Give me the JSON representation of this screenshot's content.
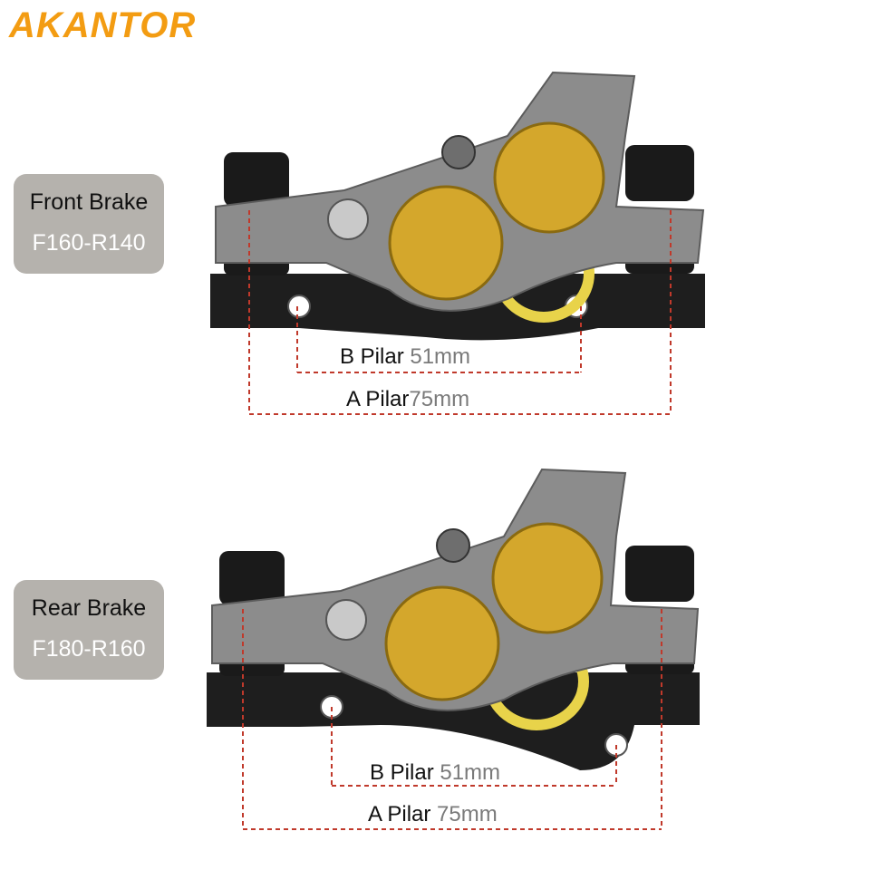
{
  "brand": {
    "name": "AKANTOR",
    "color": "#f39c12"
  },
  "front": {
    "title": "Front Brake",
    "spec": "F160-R140",
    "b_pilar": {
      "label": "B Pilar",
      "value": "51mm"
    },
    "a_pilar": {
      "label": "A Pilar",
      "value": "75mm"
    }
  },
  "rear": {
    "title": "Rear Brake",
    "spec": "F180-R160",
    "b_pilar": {
      "label": "B Pilar",
      "value": "51mm"
    },
    "a_pilar": {
      "label": "A Pilar",
      "value": "75mm"
    }
  },
  "colors": {
    "label_box": "#b5b2ad",
    "dimension_line": "#c0392b",
    "piston_gold": "#d4a72c",
    "body_silver": "#8c8c8c",
    "adapter_black": "#1e1e1e",
    "oring_yellow": "#e8d34a"
  },
  "icons": {
    "caliper": "brake-caliper-icon",
    "bolt": "bolt-icon",
    "torx": "torx-screw-icon"
  }
}
